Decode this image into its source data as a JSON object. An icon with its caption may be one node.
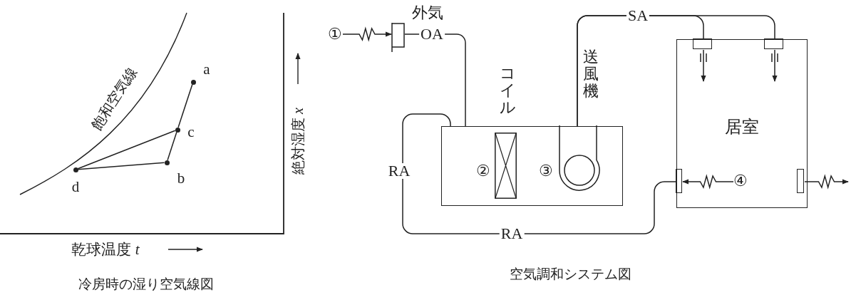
{
  "diagram": {
    "nodes": [
      {
        "text": [],
        "shape": "circle",
        "beside": [
          "d"
        ]
      },
      {
        "text": [],
        "shape": "circle",
        "beside": [
          "b"
        ]
      },
      {
        "text": [],
        "shape": "circle",
        "beside": [
          "c"
        ]
      },
      {
        "text": [],
        "shape": "circle",
        "beside": [
          "a"
        ]
      },
      {
        "text": [],
        "shape": "box",
        "beside": [
          "外気"
        ]
      },
      {
        "text": [],
        "shape": "box"
      },
      {
        "text": [],
        "shape": "box",
        "beside": [
          "コイル",
          "②"
        ],
        "in": 5
      },
      {
        "text": [],
        "shape": "circle",
        "beside": [
          "送風機",
          "③"
        ],
        "in": 5
      },
      {
        "text": [
          "居室"
        ]
      },
      {
        "text": [],
        "shape": "box",
        "in": 8
      },
      {
        "text": [],
        "shape": "box",
        "in": 8
      },
      {
        "text": [],
        "shape": "box",
        "in": 8
      },
      {
        "text": [],
        "shape": "box",
        "in": 8
      },
      {
        "text": [
          "①"
        ]
      },
      {
        "text": [
          "④"
        ],
        "in": 8
      }
    ],
    "edges": [
      {
        "from": 3,
        "to": 2,
        "arrow": "none"
      },
      {
        "from": 2,
        "to": 1,
        "arrow": "none"
      },
      {
        "from": 1,
        "to": 0,
        "arrow": "none"
      },
      {
        "from": 0,
        "to": 2,
        "arrow": "none"
      },
      {
        "from": 13,
        "to": 4,
        "arrow": "to"
      },
      {
        "from": 4,
        "to": 5,
        "arrow": "none",
        "label": "OA"
      },
      {
        "from": 11,
        "to": 5,
        "arrow": "none",
        "label": "RA"
      },
      {
        "from": 7,
        "to": 9,
        "arrow": "none",
        "label": "SA"
      },
      {
        "from": 7,
        "to": 10,
        "arrow": "none"
      },
      {
        "from": 9,
        "to": null,
        "arrow": "to"
      },
      {
        "from": 10,
        "to": null,
        "arrow": "to"
      },
      {
        "from": 14,
        "to": 11,
        "arrow": "to"
      },
      {
        "from": 12,
        "to": null,
        "arrow": "to"
      }
    ],
    "labels": [
      "飽和空気線",
      "絶対湿度 *x*",
      "乾球温度 *t*",
      "冷房時の湿り空気線図",
      "RA",
      "空気調和システム図"
    ]
  }
}
